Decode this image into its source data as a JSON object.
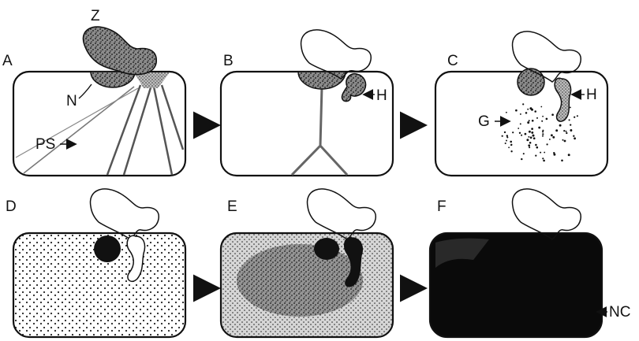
{
  "panels": [
    {
      "id": "A",
      "label": "A"
    },
    {
      "id": "B",
      "label": "B"
    },
    {
      "id": "C",
      "label": "C"
    },
    {
      "id": "D",
      "label": "D"
    },
    {
      "id": "E",
      "label": "E"
    },
    {
      "id": "F",
      "label": "F"
    }
  ],
  "annotations": {
    "zoospore": "Z",
    "nucleus": "N",
    "protoplasmic_strands": "PS",
    "haustorium_b": "H",
    "haustorium_c": "H",
    "granules": "G",
    "necrotic_cell": "NC"
  },
  "colors": {
    "ink": "#111111",
    "paper": "#ffffff",
    "stipple": "#222222"
  }
}
